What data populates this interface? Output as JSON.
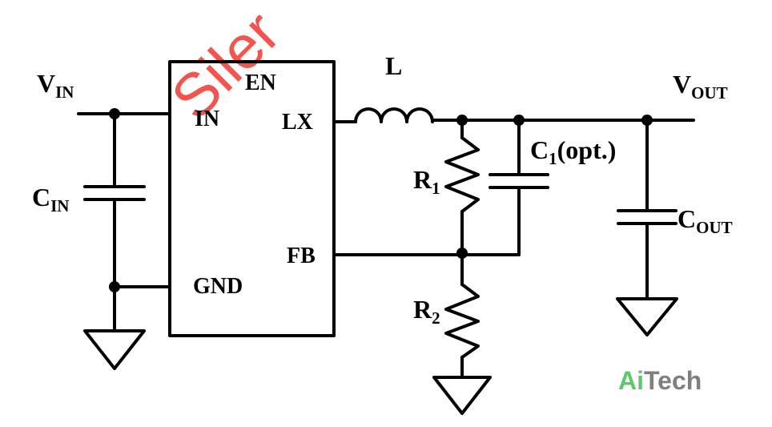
{
  "watermark": "Siler",
  "brand": {
    "part1": "Ai",
    "part2": "Tech",
    "color1": "#5ec96b",
    "color2": "#7f7f7f"
  },
  "ic": {
    "pin_en": "EN",
    "pin_in": "IN",
    "pin_lx": "LX",
    "pin_fb": "FB",
    "pin_gnd": "GND"
  },
  "labels": {
    "vin_main": "V",
    "vin_sub": "IN",
    "vout_main": "V",
    "vout_sub": "OUT",
    "cin_main": "C",
    "cin_sub": "IN",
    "cout_main": "C",
    "cout_sub": "OUT",
    "c1_main": "C",
    "c1_sub": "1",
    "c1_suffix": "(opt.)",
    "r1_main": "R",
    "r1_sub": "1",
    "r2_main": "R",
    "r2_sub": "2",
    "inductor": "L"
  },
  "colors": {
    "ink": "#000000",
    "watermark": "#f0433a"
  }
}
